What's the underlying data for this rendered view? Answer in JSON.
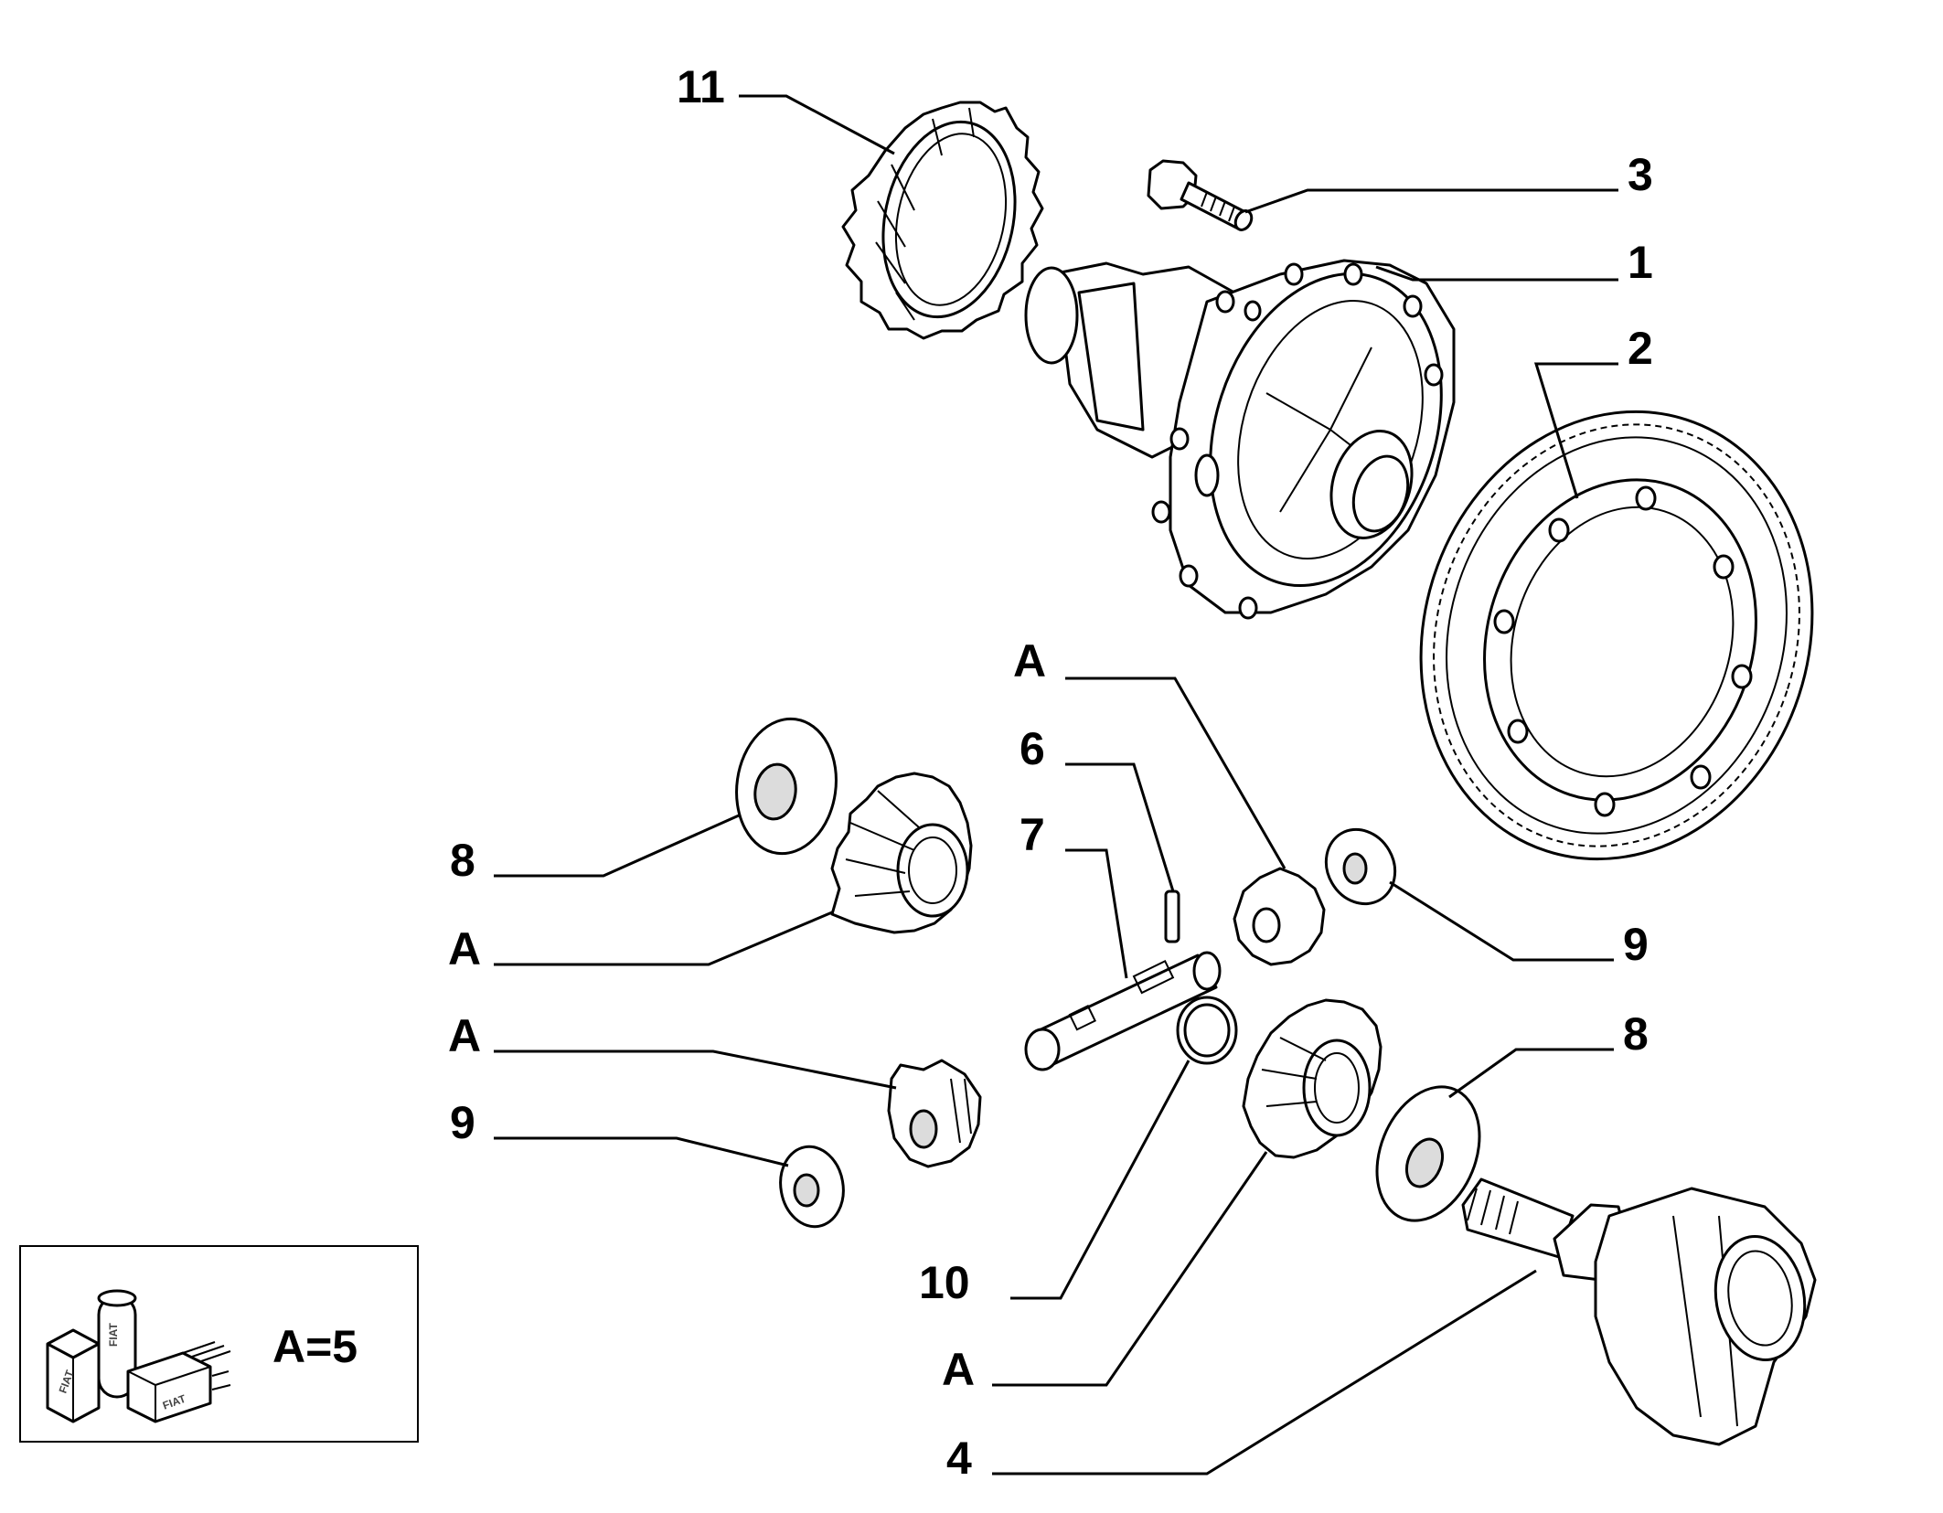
{
  "callouts": [
    {
      "id": "c11",
      "text": "11"
    },
    {
      "id": "c3",
      "text": "3"
    },
    {
      "id": "c1",
      "text": "1"
    },
    {
      "id": "c2",
      "text": "2"
    },
    {
      "id": "cA1",
      "text": "A"
    },
    {
      "id": "c6",
      "text": "6"
    },
    {
      "id": "c7",
      "text": "7"
    },
    {
      "id": "c8a",
      "text": "8"
    },
    {
      "id": "cA2",
      "text": "A"
    },
    {
      "id": "cA3",
      "text": "A"
    },
    {
      "id": "c9a",
      "text": "9"
    },
    {
      "id": "c9b",
      "text": "9"
    },
    {
      "id": "c8b",
      "text": "8"
    },
    {
      "id": "c10",
      "text": "10"
    },
    {
      "id": "cA4",
      "text": "A"
    },
    {
      "id": "c4",
      "text": "4"
    }
  ],
  "legend": {
    "formula": "A=5",
    "brand_mark": "FIAT"
  }
}
